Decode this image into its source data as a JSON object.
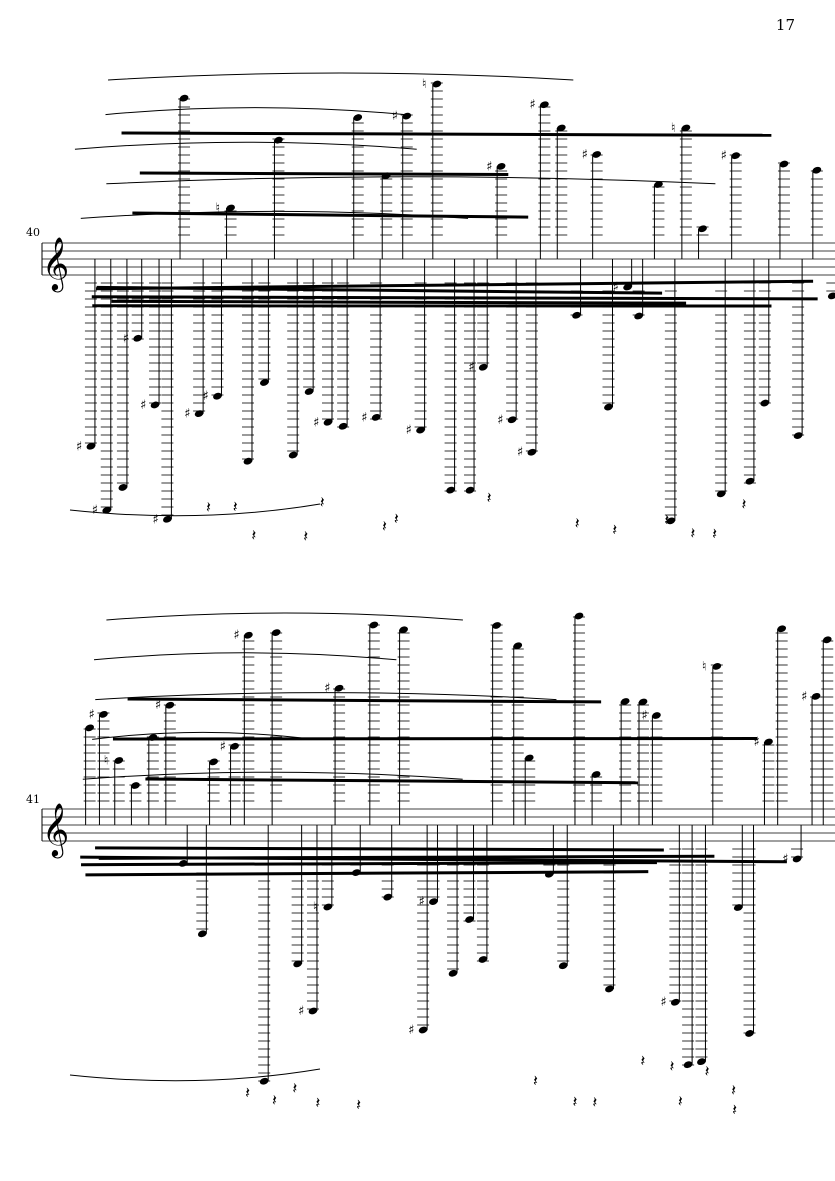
{
  "page": {
    "number": "17"
  },
  "systems": [
    {
      "measure_number": "40",
      "clef": "treble"
    },
    {
      "measure_number": "41",
      "clef": "treble"
    }
  ],
  "colors": {
    "ink": "#000000",
    "paper": "#ffffff"
  }
}
